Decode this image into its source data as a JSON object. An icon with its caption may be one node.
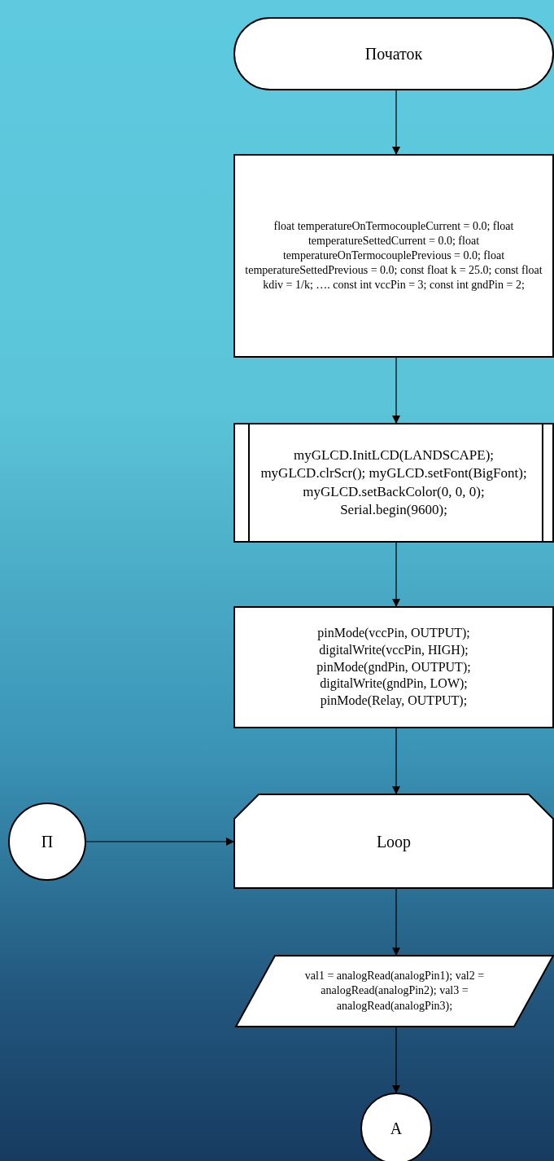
{
  "diagram": {
    "nodes": [
      {
        "text": [
          "Початок"
        ]
      },
      {
        "text": [
          "float temperatureOnTermocoupleCurrent = 0.0; float temperatureSettedCurrent = 0.0; float temperatureOnTermocouplePrevious = 0.0; float temperatureSettedPrevious = 0.0; const float k = 25.0; const float kdiv = 1/k; …. const int vccPin = 3; const int gndPin = 2;"
        ]
      },
      {
        "text": [
          "myGLCD.InitLCD(LANDSCAPE); myGLCD.clrScr(); myGLCD.setFont(BigFont); myGLCD.setBackColor(0, 0, 0); Serial.begin(9600);"
        ]
      },
      {
        "text": [
          "pinMode(vccPin, OUTPUT); digitalWrite(vccPin, HIGH); pinMode(gndPin, OUTPUT); digitalWrite(gndPin, LOW); pinMode(Relay, OUTPUT);"
        ]
      },
      {
        "text": [
          "Loop"
        ]
      },
      {
        "text": [
          "П"
        ]
      },
      {
        "text": [
          "val1 = analogRead(analogPin1); val2 = analogRead(analogPin2); val3 = analogRead(analogPin3);"
        ]
      },
      {
        "text": [
          "А"
        ]
      }
    ],
    "edges": [
      {
        "from": 0,
        "to": 1,
        "arrow": "to"
      },
      {
        "from": 1,
        "to": 2,
        "arrow": "to"
      },
      {
        "from": 2,
        "to": 3,
        "arrow": "to"
      },
      {
        "from": 3,
        "to": 4,
        "arrow": "to"
      },
      {
        "from": 5,
        "to": 4,
        "arrow": "to"
      },
      {
        "from": 4,
        "to": 6,
        "arrow": "to"
      },
      {
        "from": 6,
        "to": 7,
        "arrow": "to"
      }
    ]
  }
}
